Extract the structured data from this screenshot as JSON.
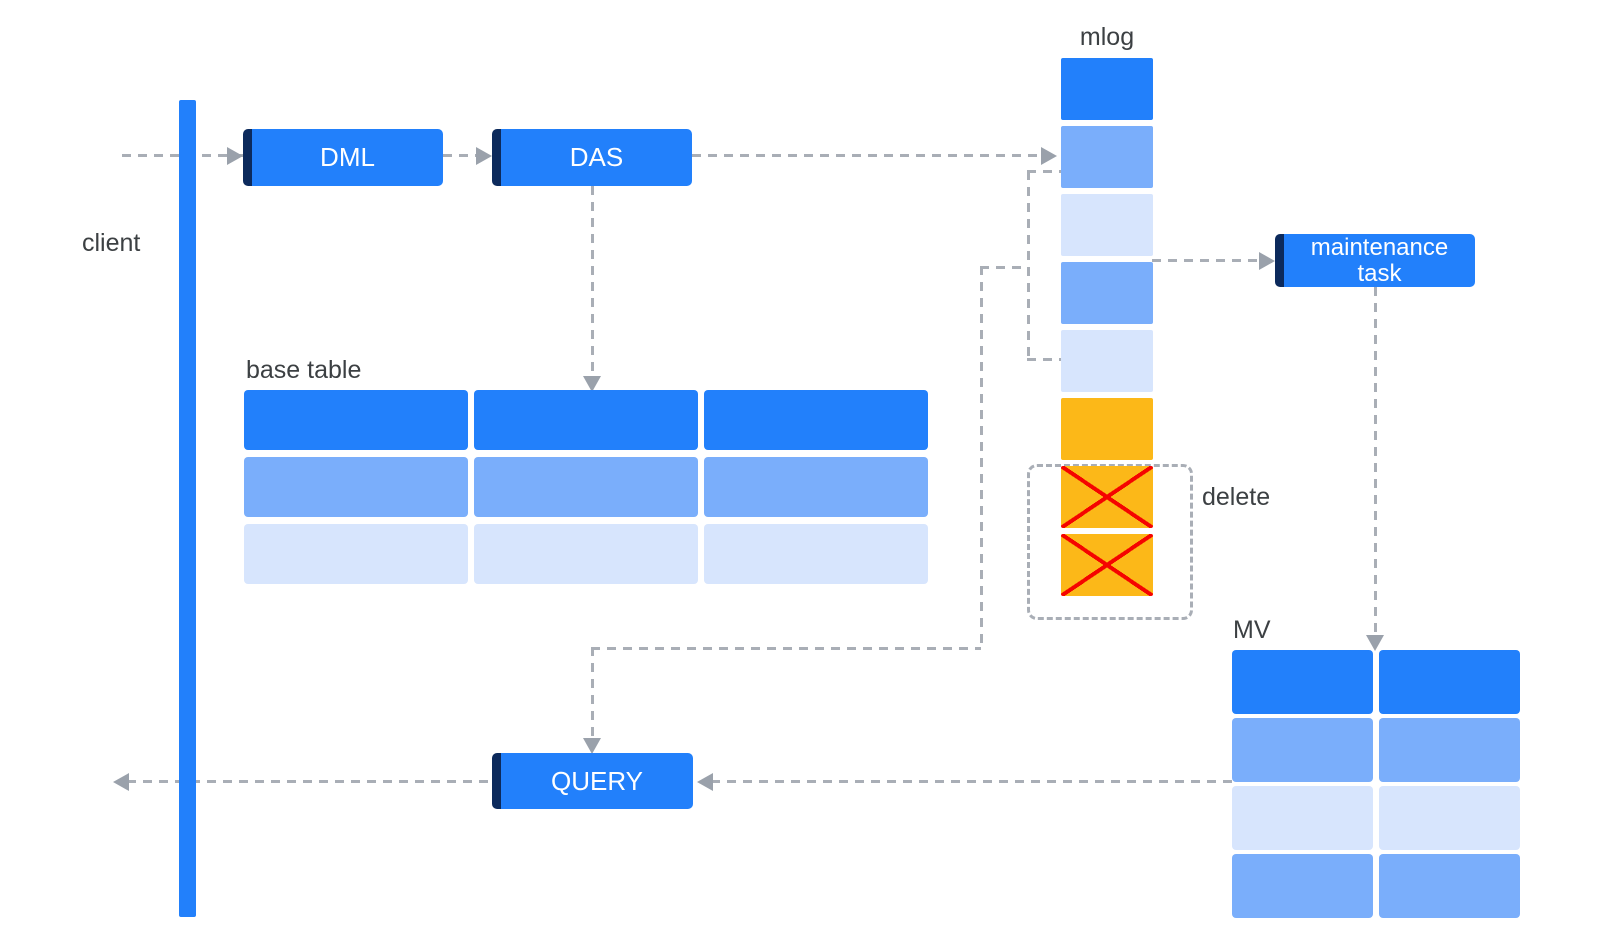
{
  "colors": {
    "primary": "#2280fb",
    "medium": "#7aaefb",
    "light": "#d7e5fd",
    "orange": "#fcb818",
    "red": "#f50400",
    "navy": "#0c2a5c",
    "conn": "#a9aeb6",
    "arrow": "#9aa1ab",
    "text": "#3c4043"
  },
  "labels": {
    "client": "client",
    "mlog": "mlog",
    "base_table": "base table",
    "mv": "MV",
    "delete": "delete"
  },
  "nodes": {
    "dml": "DML",
    "das": "DAS",
    "query": "QUERY",
    "maintenance": "maintenance task"
  },
  "mlog": {
    "cells": [
      "dark",
      "medium",
      "light",
      "medium",
      "light",
      "orange",
      "orange_x",
      "orange_x"
    ]
  },
  "base_table": {
    "rows": [
      [
        "dark",
        "dark",
        "dark"
      ],
      [
        "medium",
        "medium",
        "medium"
      ],
      [
        "light",
        "light",
        "light"
      ]
    ]
  },
  "mv": {
    "rows": [
      [
        "dark",
        "dark"
      ],
      [
        "medium",
        "medium"
      ],
      [
        "light",
        "light"
      ],
      [
        "medium",
        "medium"
      ]
    ]
  }
}
